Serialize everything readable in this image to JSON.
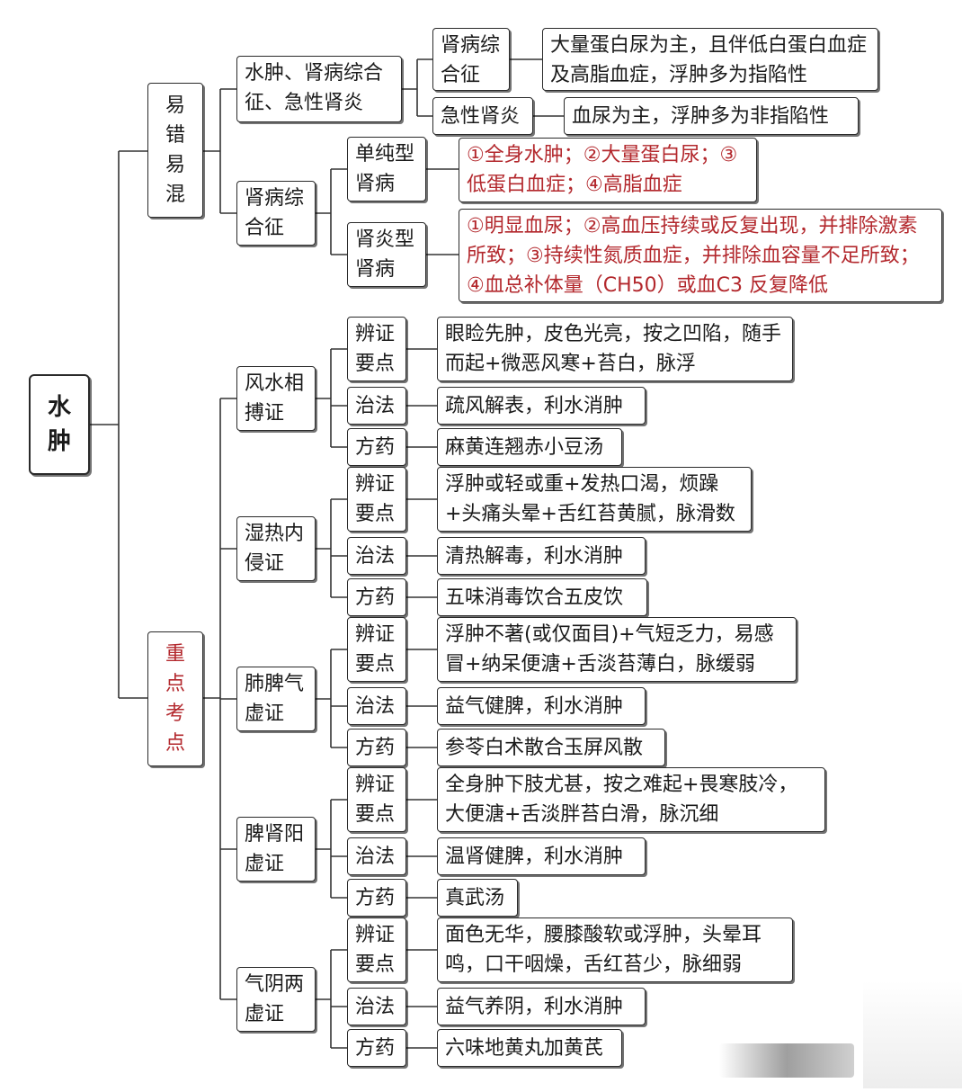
{
  "root": "水肿",
  "groups": {
    "g1": "易错易混",
    "g2": "重点考点"
  },
  "confusion": {
    "a_title": "水肿、肾病综合征、急性肾炎",
    "a_sub1": "肾病综合征",
    "a_sub1_desc": "大量蛋白尿为主，且伴低白蛋白血症及高脂血症，浮肿多为指陷性",
    "a_sub2": "急性肾炎",
    "a_sub2_desc": "血尿为主，浮肿多为非指陷性",
    "b_title": "肾病综合征",
    "b_sub1": "单纯型肾病",
    "b_sub1_desc": "①全身水肿；②大量蛋白尿；③低蛋白血症；④高脂血症",
    "b_sub2": "肾炎型肾病",
    "b_sub2_desc": "①明显血尿；②高血压持续或反复出现，并排除激素所致；③持续性氮质血症，并排除血容量不足所致；④血总补体量（CH50）或血C3 反复降低"
  },
  "labels": {
    "diag": "辨证要点",
    "treat": "治法",
    "formula": "方药"
  },
  "syndromes": [
    {
      "name": "风水相搏证",
      "diag": "眼睑先肿，皮色光亮，按之凹陷，随手而起+微恶风寒+苔白，脉浮",
      "treat": "疏风解表，利水消肿",
      "formula": "麻黄连翘赤小豆汤"
    },
    {
      "name": "湿热内侵证",
      "diag": "浮肿或轻或重+发热口渴，烦躁+头痛头晕+舌红苔黄腻，脉滑数",
      "treat": "清热解毒，利水消肿",
      "formula": "五味消毒饮合五皮饮"
    },
    {
      "name": "肺脾气虚证",
      "diag": "浮肿不著(或仅面目)+气短乏力，易感冒+纳呆便溏+舌淡苔薄白，脉缓弱",
      "treat": "益气健脾，利水消肿",
      "formula": "参苓白术散合玉屏风散"
    },
    {
      "name": "脾肾阳虚证",
      "diag": "全身肿下肢尤甚，按之难起+畏寒肢冷，大便溏+舌淡胖苔白滑，脉沉细",
      "treat": "温肾健脾，利水消肿",
      "formula": "真武汤"
    },
    {
      "name": "气阴两虚证",
      "diag": "面色无华，腰膝酸软或浮肿，头晕耳鸣，口干咽燥，舌红苔少，脉细弱",
      "treat": "益气养阴，利水消肿",
      "formula": "六味地黄丸加黄芪"
    }
  ],
  "colors": {
    "line": "#333333",
    "emphasis": "#b3282d",
    "text": "#1a1a1a"
  }
}
